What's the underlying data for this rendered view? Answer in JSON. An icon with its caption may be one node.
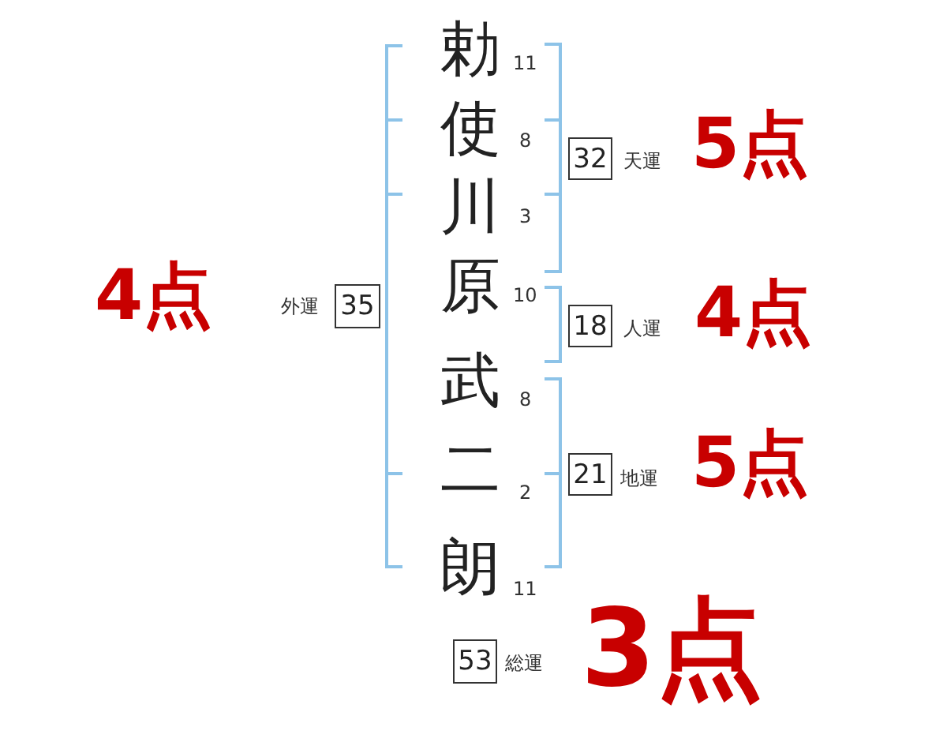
{
  "diagram": {
    "nodes": [
      {
        "text": [
          "32"
        ],
        "beside": [
          "天運"
        ]
      },
      {
        "text": [
          "35"
        ],
        "beside": [
          "外運"
        ]
      },
      {
        "text": [
          "18"
        ],
        "beside": [
          "人運"
        ]
      },
      {
        "text": [
          "21"
        ],
        "beside": [
          "地運"
        ]
      },
      {
        "text": [
          "53"
        ],
        "beside": [
          "総運"
        ]
      }
    ],
    "labels": [
      "勅",
      "11",
      "使",
      "8",
      "5点",
      "川",
      "3",
      "原",
      "10",
      "4点",
      "4点",
      "武",
      "8",
      "5点",
      "二",
      "2",
      "朗",
      "11",
      "3点"
    ]
  }
}
